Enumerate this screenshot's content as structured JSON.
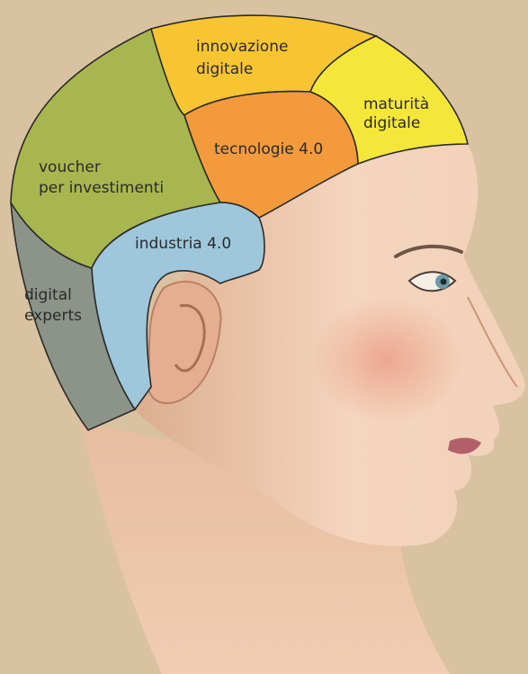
{
  "colors": {
    "background": "#d9c2a1",
    "skin": "#f1d0b8",
    "innovazione_digitale": "#f7c531",
    "maturita_digitale": "#f5e73a",
    "tecnologie_4_0": "#f29a3c",
    "voucher_per_investimenti": "#a7b64e",
    "industria_4_0": "#9fc7dc",
    "digital_experts": "#8c9388",
    "region_outline": "#2b2b2b"
  },
  "regions": {
    "innovazione_digitale": {
      "line1": "innovazione",
      "line2": "digitale"
    },
    "maturita_digitale": {
      "line1": "maturità",
      "line2": "digitale"
    },
    "tecnologie_4_0": {
      "label": "tecnologie 4.0"
    },
    "voucher_per_investimenti": {
      "line1": "voucher",
      "line2": "per investimenti"
    },
    "industria_4_0": {
      "label": "industria 4.0"
    },
    "digital_experts": {
      "line1": "digital",
      "line2": "experts"
    }
  }
}
